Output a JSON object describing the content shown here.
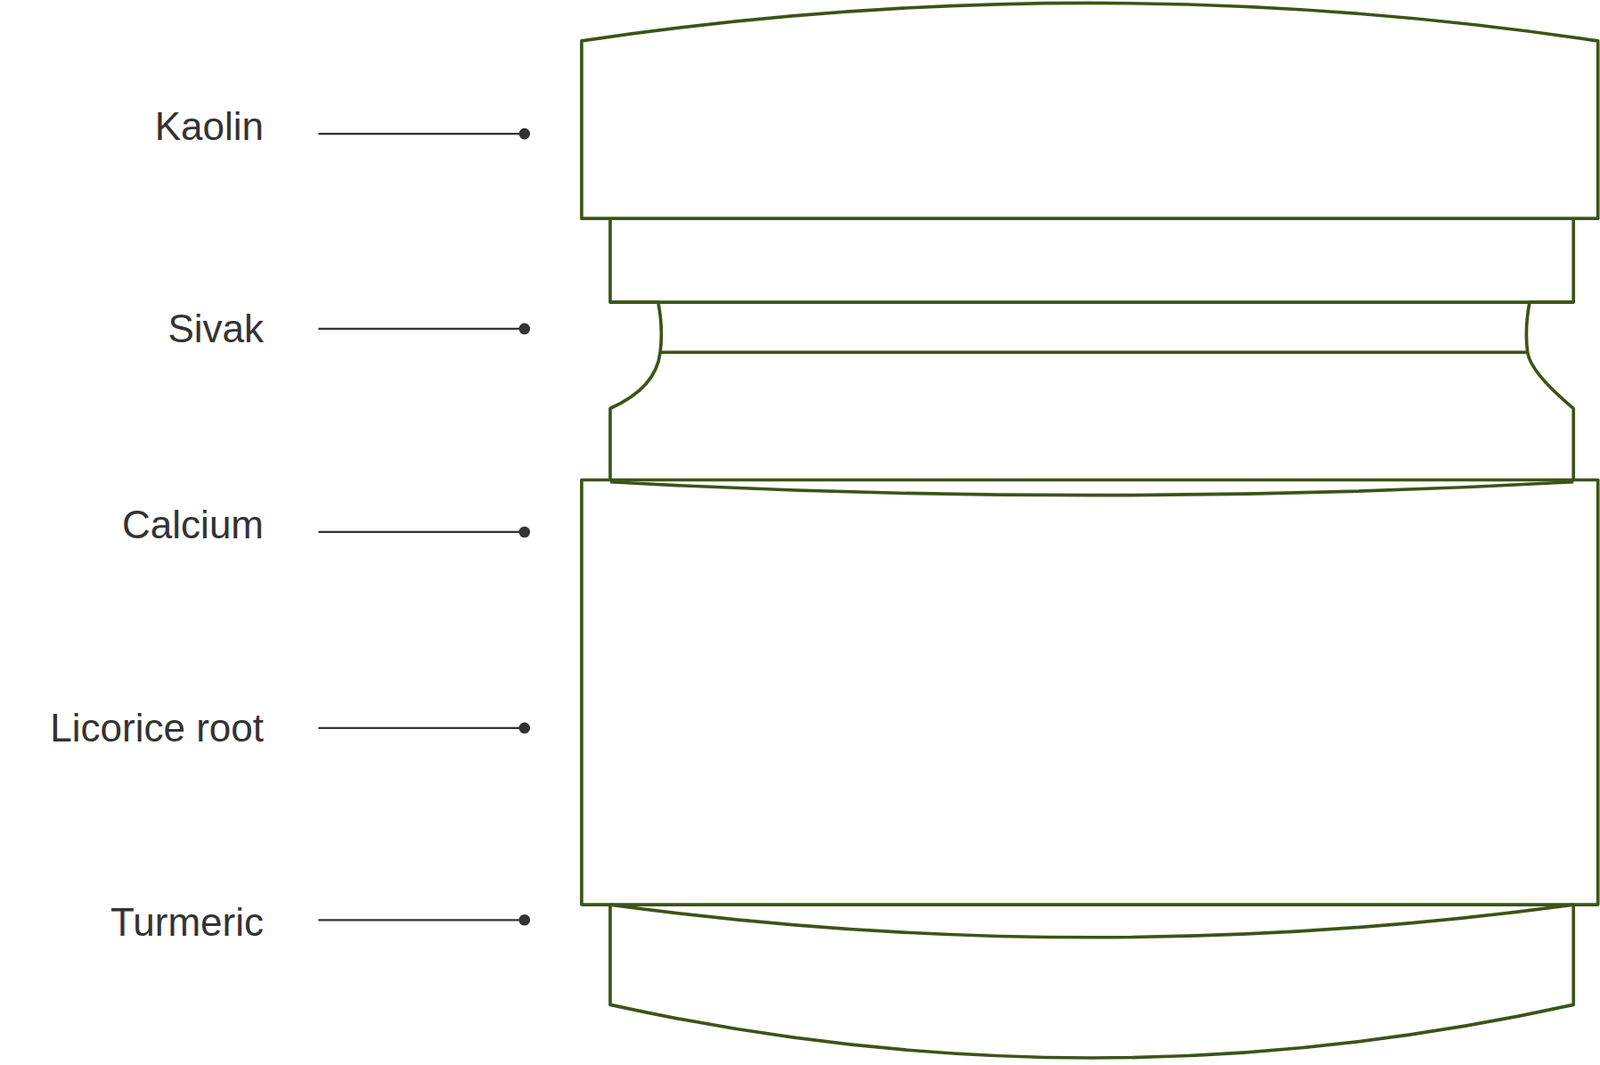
{
  "diagram": {
    "labels": [
      "Kaolin",
      "Sivak",
      "Calcium",
      "Licorice root",
      "Turmeric"
    ]
  }
}
